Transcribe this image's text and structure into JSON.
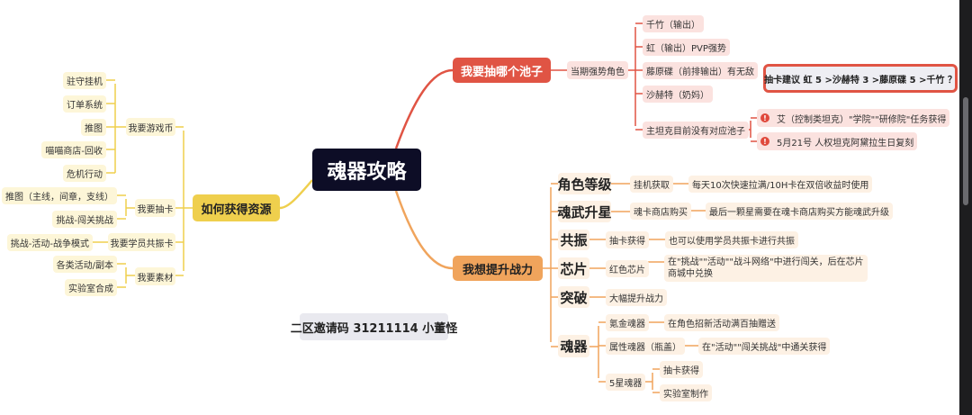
{
  "center": "魂器攻略",
  "pool": {
    "title": "我要抽哪个池子",
    "current": "当期强势角色",
    "chars": [
      "千竹（输出）",
      "虹（输出）PVP强势",
      "藤原碟（前排输出）有无敌",
      "沙赫特（奶妈）",
      "主坦克目前没有对应池子"
    ],
    "suggestion": "抽卡建议 虹 5 >沙赫特 3 >藤原碟 5 >千竹 ？",
    "tank_notes": [
      "艾（控制类坦克）\"学院\"\"研修院\"任务获得",
      "5月21号 人权坦克阿黛拉生日复刻"
    ]
  },
  "power": {
    "title": "我想提升战力",
    "level": {
      "label": "角色等级",
      "method": "挂机获取",
      "note": "每天10次快速拉满/10H卡在双倍收益时使用"
    },
    "weapon": {
      "label": "魂武升星",
      "method": "魂卡商店购买",
      "note": "最后一颗星需要在魂卡商店购买方能魂武升级"
    },
    "resonance": {
      "label": "共振",
      "method": "抽卡获得",
      "note": "也可以使用学员共振卡进行共振"
    },
    "chip": {
      "label": "芯片",
      "method": "红色芯片",
      "note1": "在\"挑战\"\"活动\"\"战斗网络\"中进行闯关，后在芯片",
      "note2": "商城中兑换"
    },
    "breakthrough": {
      "label": "突破",
      "method": "大幅提升战力"
    },
    "soul": {
      "label": "魂器",
      "krypton": "氪金魂器",
      "krypton_note": "在角色招新活动满百抽赠送",
      "attr": "属性魂器（瓶盖）",
      "attr_note": "在\"活动\"\"闯关挑战\"中通关获得",
      "five": "5星魂器",
      "five_a": "抽卡获得",
      "five_b": "实验室制作"
    }
  },
  "resources": {
    "title": "如何获得资源",
    "coins": {
      "label": "我要游戏币",
      "items": [
        "驻守挂机",
        "订单系统",
        "推图",
        "喵喵商店-回收",
        "危机行动"
      ]
    },
    "draw": {
      "label": "我要抽卡",
      "items": [
        "推图（主线，间章，支线）",
        "挑战-闯关挑战"
      ]
    },
    "card": {
      "label": "我要学员共振卡",
      "items": [
        "挑战-活动-战争模式"
      ]
    },
    "material": {
      "label": "我要素材",
      "items": [
        "各类活动/副本",
        "实验室合成"
      ]
    }
  },
  "invite": "二区邀请码 31211114 小董怪",
  "colors": {
    "red": "#e05444",
    "orange": "#f0a45c",
    "yellow": "#efcf4d",
    "dark": "#0d0d26"
  }
}
